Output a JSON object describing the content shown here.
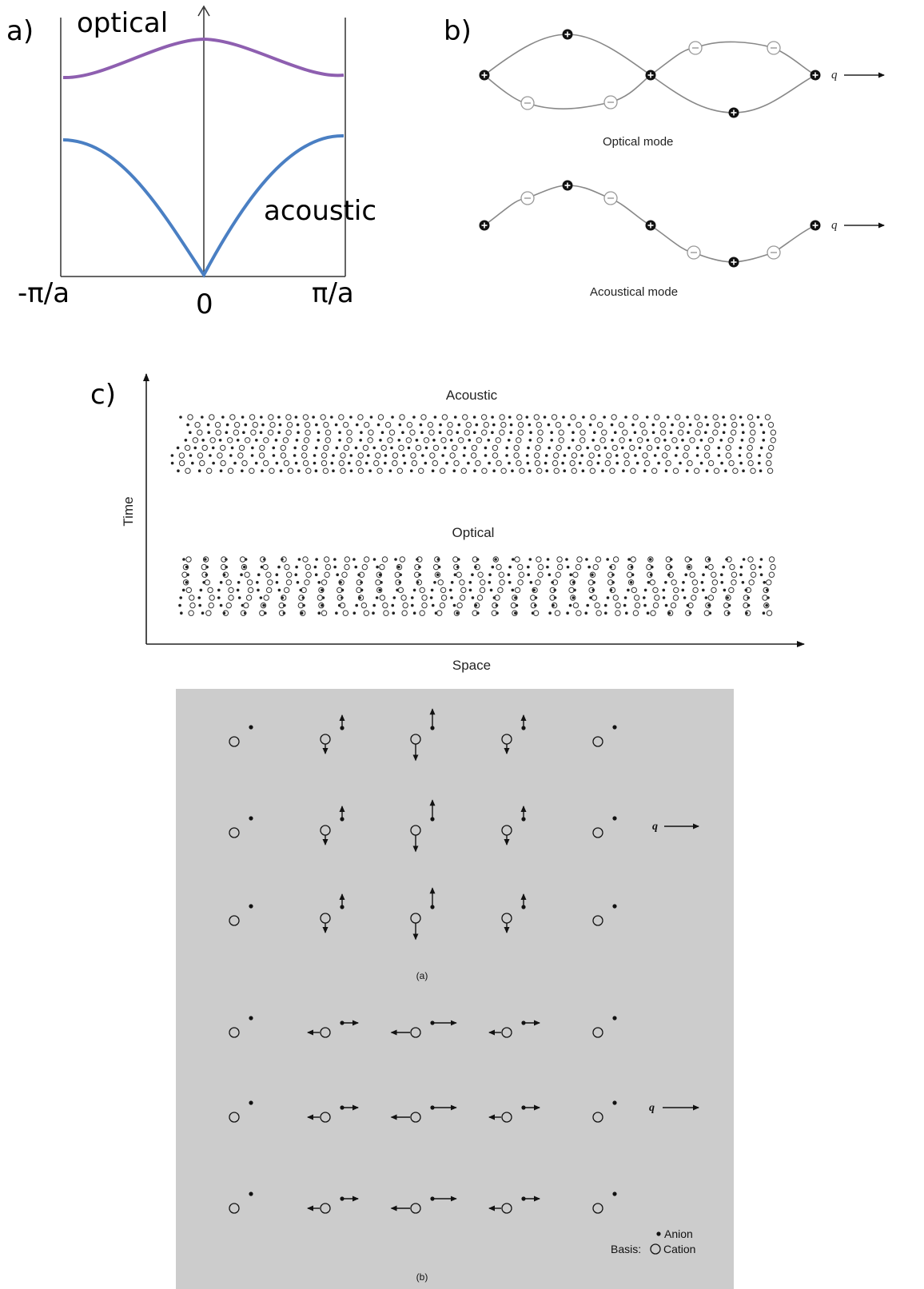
{
  "panel_a": {
    "tag": "a)",
    "optical_label": "optical",
    "acoustic_label": "acoustic",
    "tick_left": "-π/a",
    "tick_zero": "0",
    "tick_right": "π/a",
    "optical_color": "#8e5fb0",
    "acoustic_color": "#4a7fc3"
  },
  "panel_b": {
    "tag": "b)",
    "optical_caption": "Optical mode",
    "acoustic_caption": "Acoustical mode",
    "q_label": "q"
  },
  "panel_c": {
    "tag": "c)",
    "acoustic_title": "Acoustic",
    "optical_title": "Optical",
    "y_axis": "Time",
    "x_axis": "Space"
  },
  "panel_d": {
    "background": "#cccccc",
    "caption_a": "(a)",
    "caption_b": "(b)",
    "q_label": "q",
    "legend_anion": "Anion",
    "legend_basis": "Basis:",
    "legend_cation": "Cation"
  }
}
